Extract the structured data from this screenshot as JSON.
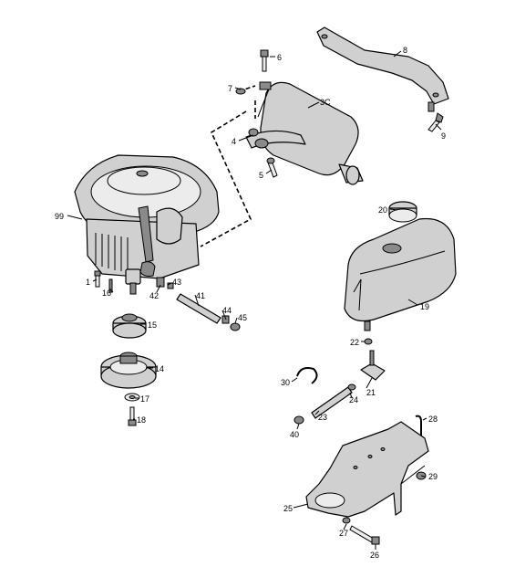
{
  "callouts": [
    {
      "id": "6",
      "text": "6"
    },
    {
      "id": "8",
      "text": "8"
    },
    {
      "id": "7",
      "text": "7"
    },
    {
      "id": "3C",
      "text": "3C"
    },
    {
      "id": "9",
      "text": "9"
    },
    {
      "id": "4",
      "text": "4"
    },
    {
      "id": "5",
      "text": "5"
    },
    {
      "id": "99",
      "text": "99"
    },
    {
      "id": "20",
      "text": "20"
    },
    {
      "id": "1",
      "text": "1"
    },
    {
      "id": "16",
      "text": "16"
    },
    {
      "id": "42",
      "text": "42"
    },
    {
      "id": "43",
      "text": "43"
    },
    {
      "id": "41",
      "text": "41"
    },
    {
      "id": "44",
      "text": "44"
    },
    {
      "id": "45",
      "text": "45"
    },
    {
      "id": "19",
      "text": "19"
    },
    {
      "id": "15",
      "text": "15"
    },
    {
      "id": "22",
      "text": "22"
    },
    {
      "id": "14",
      "text": "14"
    },
    {
      "id": "30",
      "text": "30"
    },
    {
      "id": "21",
      "text": "21"
    },
    {
      "id": "24",
      "text": "24"
    },
    {
      "id": "17",
      "text": "17"
    },
    {
      "id": "23",
      "text": "23"
    },
    {
      "id": "18",
      "text": "18"
    },
    {
      "id": "40",
      "text": "40"
    },
    {
      "id": "28",
      "text": "28"
    },
    {
      "id": "29",
      "text": "29"
    },
    {
      "id": "25",
      "text": "25"
    },
    {
      "id": "27",
      "text": "27"
    },
    {
      "id": "26",
      "text": "26"
    }
  ]
}
